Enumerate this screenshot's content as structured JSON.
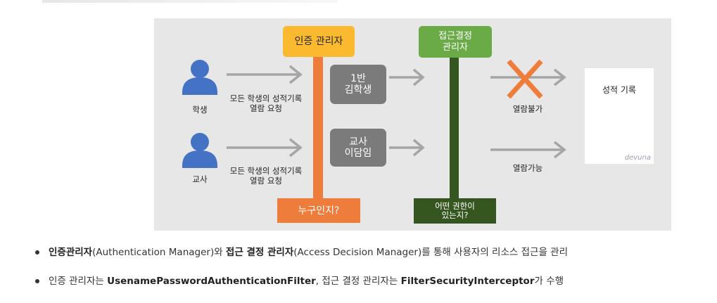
{
  "diagram": {
    "actors": [
      {
        "label": "학생",
        "request": [
          "모든 학생의 성적기록",
          "열람 요청"
        ]
      },
      {
        "label": "교사",
        "request": [
          "모든 학생의 성적기록",
          "열람 요청"
        ]
      }
    ],
    "auth_manager_label": "인증 관리자",
    "access_manager_label": [
      "접근결정",
      "관리자"
    ],
    "identities": [
      [
        "1반",
        "김학생"
      ],
      [
        "교사",
        "이담임"
      ]
    ],
    "question_who": "누구인지?",
    "question_what": [
      "어떤 권한이",
      "있는지?"
    ],
    "results": [
      "열람불가",
      "열람가능"
    ],
    "record_label": "성적 기록",
    "watermark": "devuna",
    "colors": {
      "auth": "#fbb92f",
      "auth_bar": "#ee7c3a",
      "access": "#6bab47",
      "access_bar": "#35561f",
      "person": "#4472c4",
      "arrow": "#a5a5a5",
      "deny": "#ee7c3a",
      "identity": "#7b7b7b"
    }
  },
  "bullets": [
    [
      {
        "t": "인증관리자",
        "b": true
      },
      {
        "t": "(Authentication Manager)와 ",
        "b": false
      },
      {
        "t": "접근 결정 관리자",
        "b": true
      },
      {
        "t": "(Access Decision Manager)를 통해 사용자의 리소스 접근을 관리",
        "b": false
      }
    ],
    [
      {
        "t": "인증 관리자는 ",
        "b": false
      },
      {
        "t": "UsenamePasswordAuthenticationFilter",
        "b": true
      },
      {
        "t": ", 접근 결정 관리자는 ",
        "b": false
      },
      {
        "t": "FilterSecurityInterceptor",
        "b": true
      },
      {
        "t": "가 수행",
        "b": false
      }
    ]
  ]
}
